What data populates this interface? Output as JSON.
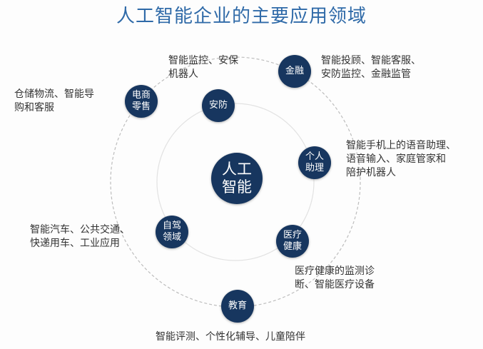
{
  "title": "人工智能企业的主要应用领域",
  "center": "人工智能",
  "colors": {
    "node": "#17365f",
    "title": "#2f6aa8"
  },
  "nodes": [
    {
      "label": "安防",
      "desc": "智能监控、安保\n机器人"
    },
    {
      "label": "金融",
      "desc": "智能投顾、智能客服、\n安防监控、金融监管"
    },
    {
      "label": "电商零售",
      "desc": "仓储物流、智能导\n购和客服"
    },
    {
      "label": "个人助理",
      "desc": "智能手机上的语音助理、\n语音输入、家庭管家和\n陪护机器人"
    },
    {
      "label": "自驾领域",
      "desc": "智能汽车、公共交通、\n快递用车、工业应用"
    },
    {
      "label": "医疗健康",
      "desc": "医疗健康的监测诊\n断、智能医疗设备"
    },
    {
      "label": "教育",
      "desc": "智能评测、个性化辅导、儿童陪伴"
    }
  ]
}
